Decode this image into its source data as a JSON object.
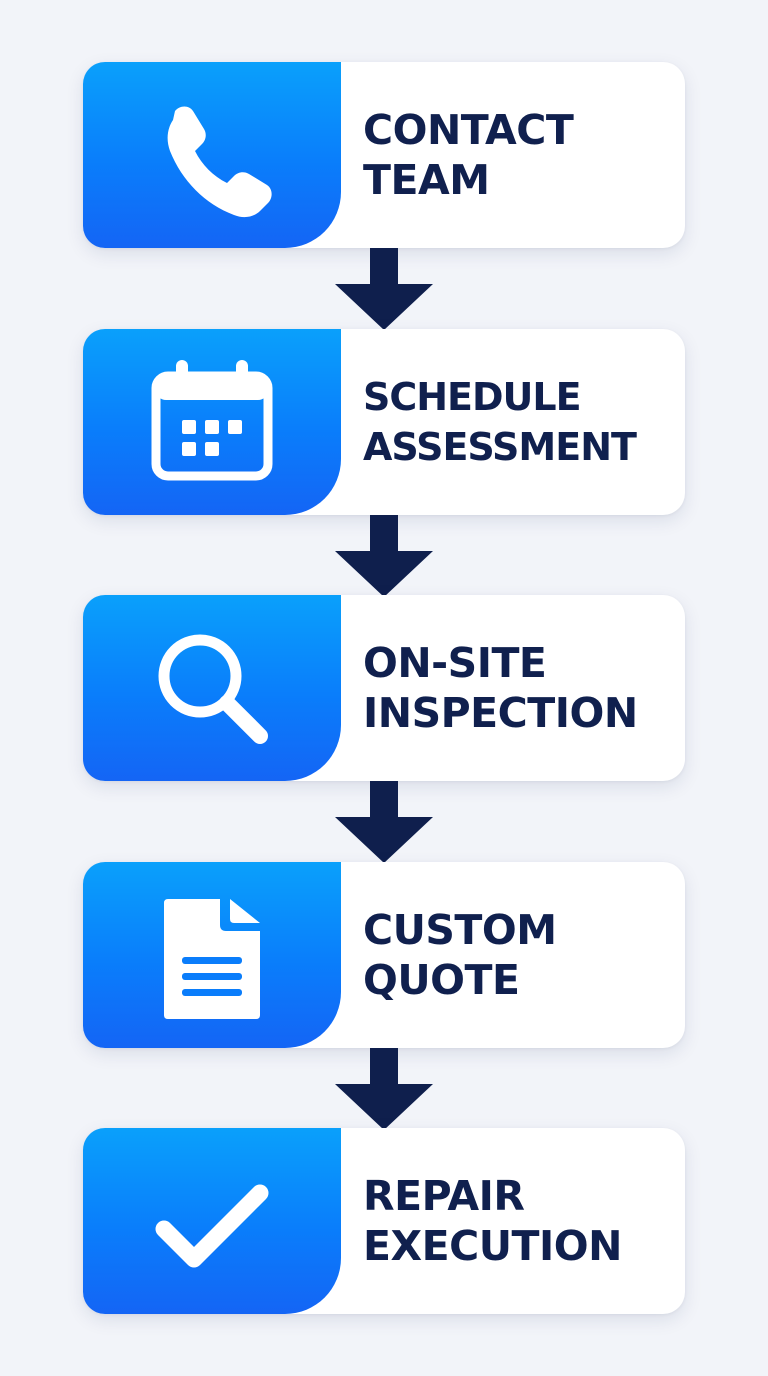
{
  "steps": [
    {
      "line1": "CONTACT",
      "line2": "TEAM",
      "icon": "phone-icon"
    },
    {
      "line1": "SCHEDULE",
      "line2": "ASSESSMENT",
      "icon": "calendar-icon"
    },
    {
      "line1": "ON-SITE",
      "line2": "INSPECTION",
      "icon": "magnifier-icon"
    },
    {
      "line1": "CUSTOM",
      "line2": "QUOTE",
      "icon": "document-icon"
    },
    {
      "line1": "REPAIR",
      "line2": "EXECUTION",
      "icon": "checkmark-icon"
    }
  ],
  "colors": {
    "background": "#f2f4f9",
    "icon_panel_top": "#0aa0fb",
    "icon_panel_bottom": "#1465f5",
    "label_text": "#10204e",
    "arrow": "#0f1f4d"
  }
}
